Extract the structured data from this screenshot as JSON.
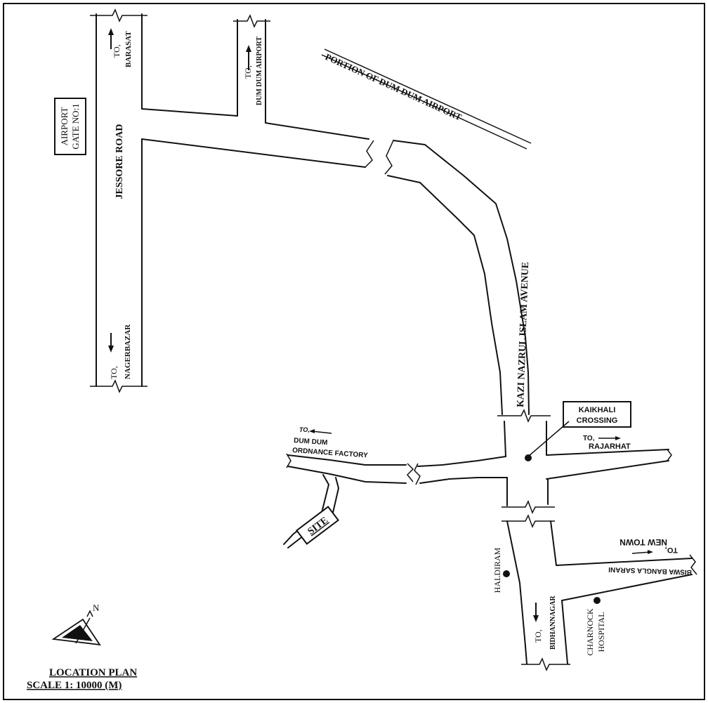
{
  "labels": {
    "barasat_to": "TO,",
    "barasat": "BARASAT",
    "dumdum_airport_to": "TO,",
    "dumdum_airport": "DUM DUM AIRPORT",
    "airport_portion": "PORTION OF DUM DUM AIRPORT",
    "airport_gate_line1": "AIRPORT",
    "airport_gate_line2": "GATE NO:1",
    "jessore_road": "JESSORE ROAD",
    "nagerbazar_to": "TO,",
    "nagerbazar": "NAGERBAZAR",
    "kazi_nazrul": "KAZI NAZRUL ISLAM AVENUE",
    "kaikhali_line1": "KAIKHALI",
    "kaikhali_line2": "CROSSING",
    "rajarhat_to": "TO,",
    "rajarhat": "RAJARHAT",
    "ordnance_to": "TO,",
    "ordnance_line1": "DUM DUM",
    "ordnance_line2": "ORDNANCE FACTORY",
    "site": "SITE",
    "newtown_to": "TO,",
    "newtown": "NEW TOWN",
    "biswa_bangla": "BISWA BANGLA SARANI",
    "haldiram": "HALDIRAM",
    "bidhannagar_to": "TO,",
    "bidhannagar": "BIDHANNAGAR",
    "charnock_line1": "CHARNOCK",
    "charnock_line2": "HOSPITAL",
    "north": "N",
    "plan_title": "LOCATION PLAN",
    "plan_scale": "SCALE 1: 10000 (M)"
  }
}
